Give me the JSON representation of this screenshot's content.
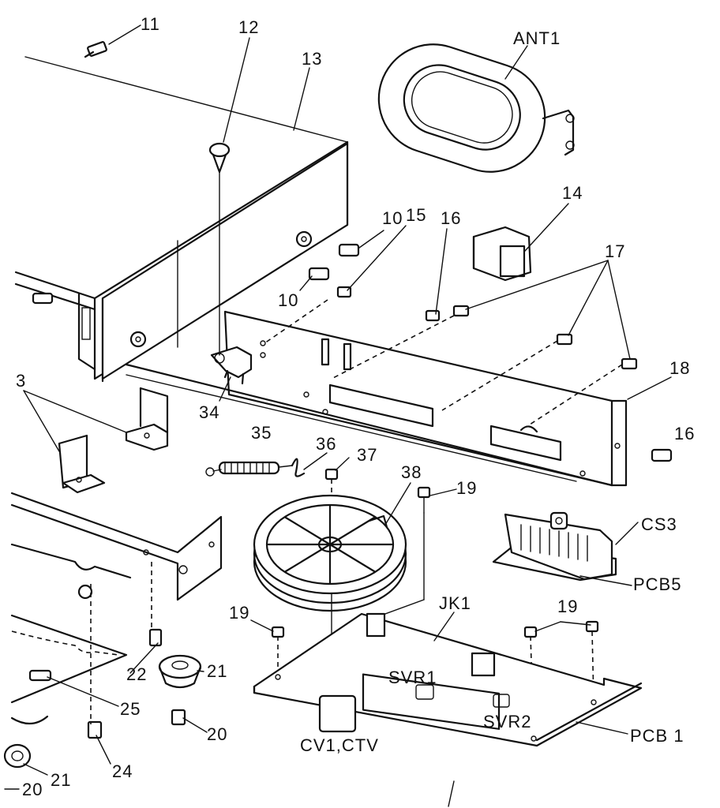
{
  "labels": {
    "p11": "11",
    "p12": "12",
    "p13": "13",
    "ant1": "ANT1",
    "p14": "14",
    "p15": "15",
    "p16a": "16",
    "p16b": "16",
    "p10a": "10",
    "p10b": "10",
    "p17": "17",
    "p18": "18",
    "p3": "3",
    "p34": "34",
    "p35": "35",
    "p36": "36",
    "p37": "37",
    "p38": "38",
    "p19a": "19",
    "p19b": "19",
    "p19c": "19",
    "cs3": "CS3",
    "pcb5": "PCB5",
    "jk1": "JK1",
    "svr1": "SVR1",
    "svr2": "SVR2",
    "pcb1": "PCB 1",
    "cv1ctv": "CV1,CTV",
    "p21a": "21",
    "p21b": "21",
    "p22": "22",
    "p25": "25",
    "p20a": "20",
    "p20b": "20",
    "p24": "24"
  }
}
